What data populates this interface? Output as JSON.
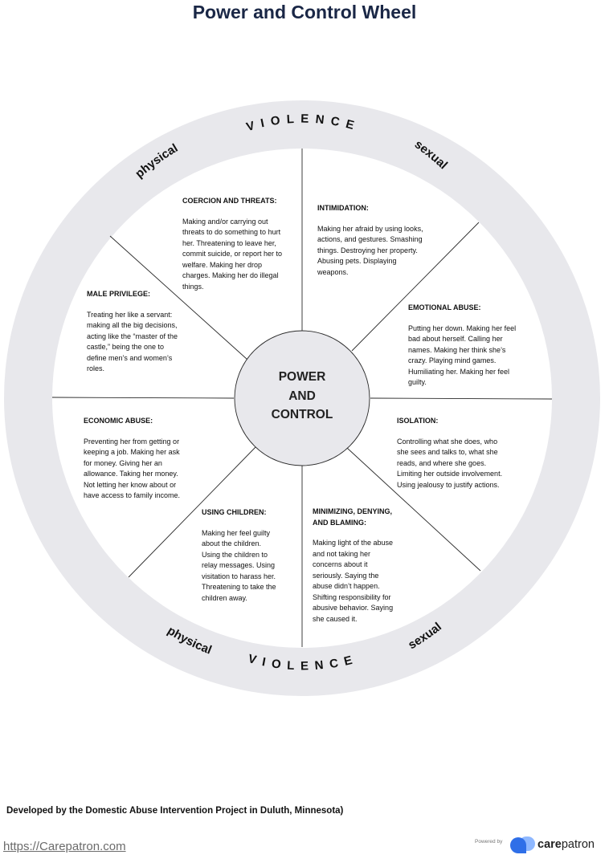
{
  "title": "Power and Control Wheel",
  "rim_labels": {
    "violence_top": "VIOLENCE",
    "violence_bottom": "VIOLENCE",
    "physical_top": "physical",
    "sexual_top": "sexual",
    "physical_bottom": "physical",
    "sexual_bottom": "sexual"
  },
  "center": "POWER\nAND\nCONTROL",
  "segments": {
    "coercion": {
      "heading": "COERCION AND THREATS:",
      "body": "Making and/or carrying out\nthreats to do something to hurt\nher. Threatening to leave her,\ncommit suicide, or report her to\nwelfare. Making her drop\ncharges. Making her do illegal\nthings."
    },
    "intimidation": {
      "heading": "INTIMIDATION:",
      "body": "Making her afraid by using looks,\nactions, and gestures. Smashing\nthings. Destroying her property.\nAbusing pets. Displaying\nweapons."
    },
    "emotional": {
      "heading": "EMOTIONAL ABUSE:",
      "body": "Putting her down. Making her feel\nbad about herself. Calling her\nnames. Making her think she’s\ncrazy. Playing mind games.\nHumiliating her. Making her feel\nguilty."
    },
    "isolation": {
      "heading": "ISOLATION:",
      "body": "Controlling what she does, who\nshe sees and talks to, what she\nreads, and where she goes.\nLimiting her outside involvement.\nUsing jealousy to justify actions."
    },
    "minimizing": {
      "heading": "MINIMIZING, DENYING,\nAND BLAMING:",
      "body": "Making light of the abuse\nand not taking her\nconcerns about it\nseriously. Saying the\nabuse didn’t happen.\nShifting responsibility for\nabusive behavior. Saying\nshe caused it."
    },
    "children": {
      "heading": "USING CHILDREN:",
      "body": "Making her feel guilty\nabout the children.\nUsing the children to\nrelay messages. Using\nvisitation to harass her.\nThreatening to take the\nchildren away."
    },
    "economic": {
      "heading": "ECONOMIC ABUSE:",
      "body": "Preventing her from getting or\nkeeping a job. Making her ask\nfor money. Giving her an\nallowance. Taking her money.\nNot letting her know about or\nhave access to family income."
    },
    "male_privilege": {
      "heading": "MALE PRIVILEGE:",
      "body": "Treating her like a servant:\nmaking all the big decisions,\nacting like the “master of the\ncastle,” being the one to\ndefine men’s and women’s\nroles."
    }
  },
  "footer": {
    "note": "Developed by the Domestic Abuse Intervention Project in Duluth, Minnesota)",
    "link": "https://Carepatron.com",
    "powered_by": "Powered by",
    "brand_prefix": "care",
    "brand_suffix": "patron"
  },
  "colors": {
    "rim": "#e8e8ec",
    "title": "#1a2746",
    "line": "#2a2a2a",
    "logo_blue": "#2f6fe8",
    "logo_light": "#8fb8ff"
  }
}
